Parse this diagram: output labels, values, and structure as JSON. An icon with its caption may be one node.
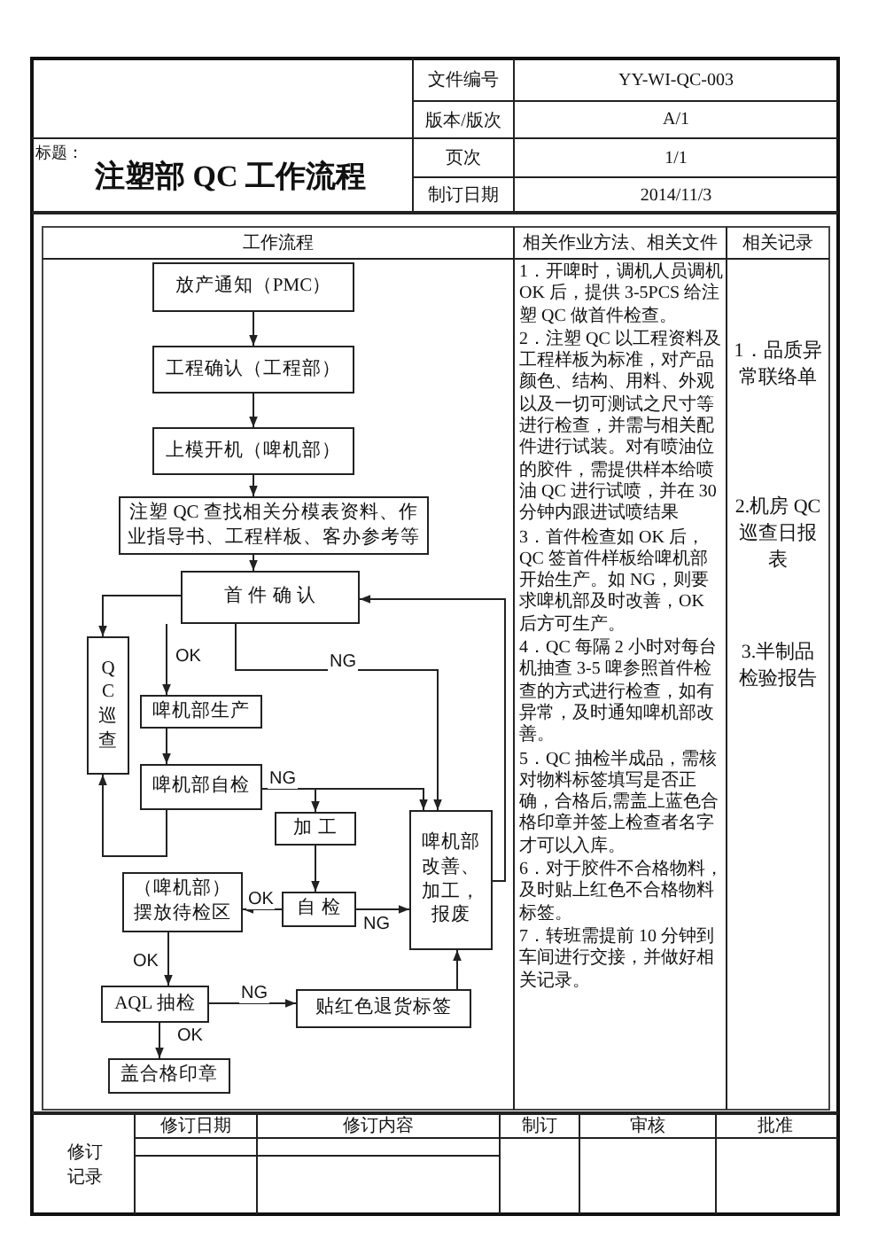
{
  "diagram": {
    "title": "注塑部 QC 工作流程",
    "nodes": [
      {
        "text": [
          "放产通知（PMC）"
        ]
      },
      {
        "text": [
          "工程确认（工程部）"
        ]
      },
      {
        "text": [
          "上模开机（啤机部）"
        ]
      },
      {
        "text": [
          "注塑 QC 查找相关分模表资料、作业指导书、工程样板、客办参考等"
        ]
      },
      {
        "text": [
          "首 件 确 认"
        ]
      },
      {
        "text": [
          "QC巡查"
        ]
      },
      {
        "text": [
          "啤机部生产"
        ]
      },
      {
        "text": [
          "啤机部自检"
        ]
      },
      {
        "text": [
          "加 工"
        ]
      },
      {
        "text": [
          "啤机部改善、加工，报废"
        ]
      },
      {
        "text": [
          "（啤机部）摆放待检区"
        ]
      },
      {
        "text": [
          "自 检"
        ]
      },
      {
        "text": [
          "AQL 抽检"
        ]
      },
      {
        "text": [
          "贴红色退货标签"
        ]
      },
      {
        "text": [
          "盖合格印章"
        ]
      }
    ],
    "edges": [
      {
        "from": 0,
        "to": 1,
        "arrow": "to"
      },
      {
        "from": 1,
        "to": 2,
        "arrow": "to"
      },
      {
        "from": 2,
        "to": 3,
        "arrow": "to"
      },
      {
        "from": 3,
        "to": 4,
        "arrow": "to"
      },
      {
        "from": 4,
        "to": 5,
        "arrow": "to"
      },
      {
        "from": 4,
        "to": 6,
        "arrow": "to",
        "label": "OK"
      },
      {
        "from": 4,
        "to": 9,
        "arrow": "to",
        "label": "NG"
      },
      {
        "from": 6,
        "to": 7,
        "arrow": "to"
      },
      {
        "from": 7,
        "to": 8,
        "arrow": "to",
        "label": "NG"
      },
      {
        "from": 7,
        "to": 9,
        "arrow": "to"
      },
      {
        "from": 7,
        "to": 5,
        "arrow": "to"
      },
      {
        "from": 8,
        "to": 11,
        "arrow": "to"
      },
      {
        "from": 11,
        "to": 10,
        "arrow": "to",
        "label": "OK"
      },
      {
        "from": 11,
        "to": 9,
        "arrow": "to",
        "label": "NG"
      },
      {
        "from": 10,
        "to": 12,
        "arrow": "to",
        "label": "OK"
      },
      {
        "from": 12,
        "to": 13,
        "arrow": "to",
        "label": "NG"
      },
      {
        "from": 12,
        "to": 14,
        "arrow": "to",
        "label": "OK"
      },
      {
        "from": 13,
        "to": 9,
        "arrow": "to"
      },
      {
        "from": 9,
        "to": 4,
        "arrow": "to"
      }
    ],
    "labels": [
      "标题：",
      "文件编号",
      "YY-WI-QC-003",
      "版本/版次",
      "A/1",
      "页次",
      "1/1",
      "制订日期",
      "2014/11/3",
      "工作流程",
      "相关作业方法、相关文件",
      "相关记录",
      "1．开啤时，调机人员调机 OK 后，提供 3-5PCS 给注塑 QC 做首件检查。",
      "2．注塑 QC 以工程资料及工程样板为标准，对产品颜色、结构、用料、外观以及一切可测试之尺寸等进行检查，并需与相关配件进行试装。对有喷油位的胶件，需提供样本给喷油 QC 进行试喷，并在 30 分钟内跟进试喷结果",
      "3．首件检查如 OK 后，QC 签首件样板给啤机部开始生产。如 NG，则要求啤机部及时改善，OK 后方可生产。",
      "4．QC 每隔 2 小时对每台机抽查 3-5 啤参照首件检查的方式进行检查，如有异常，及时通知啤机部改善。",
      "5．QC 抽检半成品，需核对物料标签填写是否正确，合格后,需盖上蓝色合格印章并签上检查者名字才可以入库。",
      "6．对于胶件不合格物料，及时贴上红色不合格物料标签。",
      "7．转班需提前 10 分钟到车间进行交接，并做好相关记录。",
      "1．品质异常联络单",
      "2.机房 QC 巡查日报表",
      "3.半制品检验报告",
      "修订记录",
      "修订日期",
      "修订内容",
      "制订",
      "审核",
      "批准"
    ]
  }
}
